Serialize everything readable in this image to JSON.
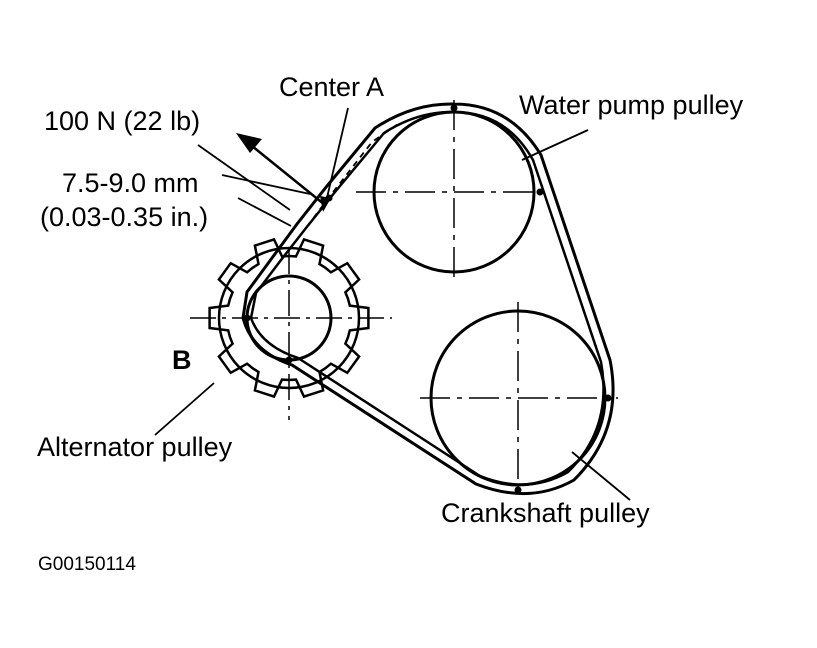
{
  "labels": {
    "center_a": "Center A",
    "force": "100 N (22 lb)",
    "deflection_mm": "7.5-9.0 mm",
    "deflection_in": "(0.03-0.35 in.)",
    "point_b": "B",
    "water_pump_pulley": "Water pump pulley",
    "alternator_pulley": "Alternator pulley",
    "crankshaft_pulley": "Crankshaft pulley",
    "figure_id": "G00150114"
  },
  "colors": {
    "ink": "#000000",
    "background": "#ffffff"
  }
}
